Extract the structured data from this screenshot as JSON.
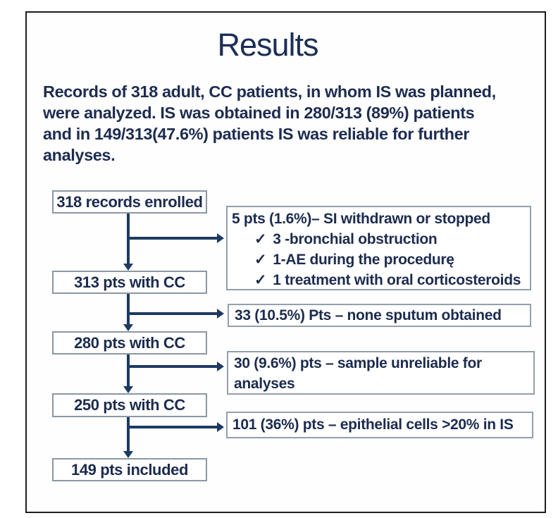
{
  "slide": {
    "title": "Results",
    "intro_lines": [
      "Records of 318 adult, CC patients, in whom IS was planned,",
      "were analyzed. IS was obtained in 280/313 (89%) patients",
      "and in 149/313(47.6%) patients IS was reliable for further",
      "analyses."
    ]
  },
  "flow": {
    "main_boxes": [
      {
        "label": "318 records enrolled"
      },
      {
        "label": "313 pts with CC"
      },
      {
        "label": "280 pts with CC"
      },
      {
        "label": "250 pts with CC"
      },
      {
        "label": "149 pts included"
      }
    ],
    "side_boxes": [
      {
        "title": "5 pts (1.6%)– SI withdrawn or stopped",
        "items": [
          "3 -bronchial obstruction",
          "1-AE during the procedurę",
          "1 treatment with oral corticosteroids"
        ]
      },
      {
        "lines": [
          "33 (10.5%) Pts – none sputum obtained"
        ]
      },
      {
        "lines": [
          "30 (9.6%) pts – sample unreliable for",
          "analyses"
        ]
      },
      {
        "lines": [
          "101 (36%) pts – epithelial cells >20% in IS"
        ]
      }
    ],
    "check_icon": "✓"
  },
  "colors": {
    "text_navy": "#1c2b4f",
    "arrow_navy": "#1d3a62",
    "box_border_gray": "#8b97a3",
    "slide_border": "#1e1e1e"
  }
}
